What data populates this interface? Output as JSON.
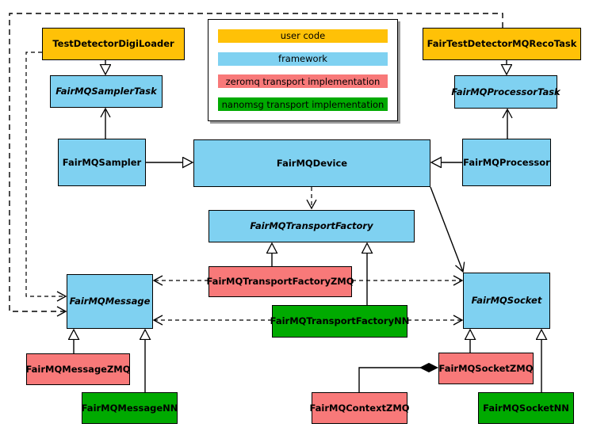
{
  "colors": {
    "userCode": "#FFC107",
    "framework": "#7FD1F1",
    "zeromq": "#F87979",
    "nanomsg": "#00AA00"
  },
  "legend": {
    "items": [
      {
        "label": "user code",
        "colorKey": "userCode"
      },
      {
        "label": "framework",
        "colorKey": "framework"
      },
      {
        "label": "zeromq transport implementation",
        "colorKey": "zeromq"
      },
      {
        "label": "nanomsg transport implementation",
        "colorKey": "nanomsg"
      }
    ]
  },
  "nodes": {
    "testDetectorDigiLoader": {
      "label": "TestDetectorDigiLoader",
      "category": "user code",
      "abstract": false
    },
    "fairTestDetectorMQRecoTask": {
      "label": "FairTestDetectorMQRecoTask",
      "category": "user code",
      "abstract": false
    },
    "fairMQSamplerTask": {
      "label": "FairMQSamplerTask",
      "category": "framework",
      "abstract": true
    },
    "fairMQProcessorTask": {
      "label": "FairMQProcessorTask",
      "category": "framework",
      "abstract": true
    },
    "fairMQSampler": {
      "label": "FairMQSampler",
      "category": "framework",
      "abstract": false
    },
    "fairMQDevice": {
      "label": "FairMQDevice",
      "category": "framework",
      "abstract": false
    },
    "fairMQProcessor": {
      "label": "FairMQProcessor",
      "category": "framework",
      "abstract": false
    },
    "fairMQTransportFactory": {
      "label": "FairMQTransportFactory",
      "category": "framework",
      "abstract": true
    },
    "fairMQTransportFactoryZMQ": {
      "label": "FairMQTransportFactoryZMQ",
      "category": "zeromq",
      "abstract": false
    },
    "fairMQTransportFactoryNN": {
      "label": "FairMQTransportFactoryNN",
      "category": "nanomsg",
      "abstract": false
    },
    "fairMQMessage": {
      "label": "FairMQMessage",
      "category": "framework",
      "abstract": true
    },
    "fairMQSocket": {
      "label": "FairMQSocket",
      "category": "framework",
      "abstract": true
    },
    "fairMQMessageZMQ": {
      "label": "FairMQMessageZMQ",
      "category": "zeromq",
      "abstract": false
    },
    "fairMQMessageNN": {
      "label": "FairMQMessageNN",
      "category": "nanomsg",
      "abstract": false
    },
    "fairMQSocketZMQ": {
      "label": "FairMQSocketZMQ",
      "category": "zeromq",
      "abstract": false
    },
    "fairMQSocketNN": {
      "label": "FairMQSocketNN",
      "category": "nanomsg",
      "abstract": false
    },
    "fairMQContextZMQ": {
      "label": "FairMQContextZMQ",
      "category": "zeromq",
      "abstract": false
    }
  },
  "edges": [
    {
      "from": "TestDetectorDigiLoader",
      "to": "FairMQSamplerTask",
      "type": "inheritance",
      "style": "solid"
    },
    {
      "from": "FairTestDetectorMQRecoTask",
      "to": "FairMQProcessorTask",
      "type": "inheritance",
      "style": "solid"
    },
    {
      "from": "FairMQSampler",
      "to": "FairMQSamplerTask",
      "type": "association",
      "style": "solid"
    },
    {
      "from": "FairMQProcessor",
      "to": "FairMQProcessorTask",
      "type": "association",
      "style": "solid"
    },
    {
      "from": "FairMQSampler",
      "to": "FairMQDevice",
      "type": "inheritance",
      "style": "solid"
    },
    {
      "from": "FairMQProcessor",
      "to": "FairMQDevice",
      "type": "inheritance",
      "style": "solid"
    },
    {
      "from": "FairMQDevice",
      "to": "FairMQTransportFactory",
      "type": "dependency",
      "style": "dashed"
    },
    {
      "from": "FairMQDevice",
      "to": "FairMQSocket",
      "type": "association",
      "style": "solid"
    },
    {
      "from": "FairMQTransportFactoryZMQ",
      "to": "FairMQTransportFactory",
      "type": "inheritance",
      "style": "solid"
    },
    {
      "from": "FairMQTransportFactoryNN",
      "to": "FairMQTransportFactory",
      "type": "inheritance",
      "style": "solid"
    },
    {
      "from": "FairMQTransportFactoryZMQ",
      "to": "FairMQMessage",
      "type": "dependency",
      "style": "dashed"
    },
    {
      "from": "FairMQTransportFactoryZMQ",
      "to": "FairMQSocket",
      "type": "dependency",
      "style": "dashed"
    },
    {
      "from": "FairMQTransportFactoryNN",
      "to": "FairMQMessage",
      "type": "dependency",
      "style": "dashed"
    },
    {
      "from": "FairMQTransportFactoryNN",
      "to": "FairMQSocket",
      "type": "dependency",
      "style": "dashed"
    },
    {
      "from": "FairTestDetectorMQRecoTask",
      "to": "FairMQMessage",
      "type": "dependency",
      "style": "dashed"
    },
    {
      "from": "TestDetectorDigiLoader",
      "to": "FairMQMessage",
      "type": "dependency",
      "style": "dashed"
    },
    {
      "from": "FairMQMessageZMQ",
      "to": "FairMQMessage",
      "type": "inheritance",
      "style": "solid"
    },
    {
      "from": "FairMQMessageNN",
      "to": "FairMQMessage",
      "type": "inheritance",
      "style": "solid"
    },
    {
      "from": "FairMQSocketZMQ",
      "to": "FairMQSocket",
      "type": "inheritance",
      "style": "solid"
    },
    {
      "from": "FairMQSocketNN",
      "to": "FairMQSocket",
      "type": "inheritance",
      "style": "solid"
    },
    {
      "from": "FairMQSocketZMQ",
      "to": "FairMQContextZMQ",
      "type": "composition",
      "style": "solid"
    }
  ]
}
